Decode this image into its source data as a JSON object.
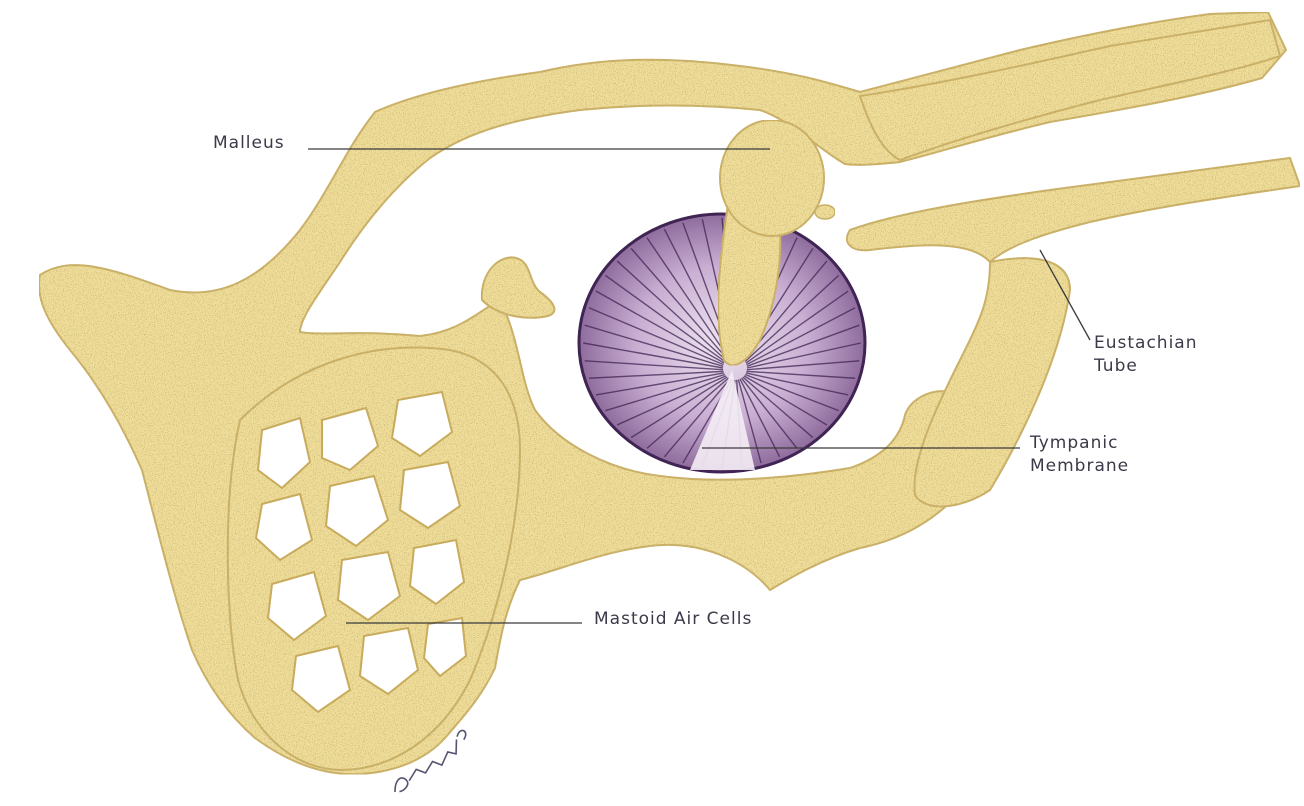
{
  "labels": {
    "malleus": "Malleus",
    "eustachian_line1": "Eustachian",
    "eustachian_line2": "Tube",
    "tympanic_line1": "Tympanic",
    "tympanic_line2": "Membrane",
    "mastoid": "Mastoid Air Cells"
  },
  "signature": "Brunstrup",
  "colors": {
    "bone_fill": "#efdd98",
    "bone_speckle": "#b89a48",
    "membrane_fill": "#cdb3d3",
    "membrane_lines": "#3f2454",
    "label_text": "#3a3a48",
    "leader_line": "#3a3a3a",
    "background": "#ffffff"
  }
}
